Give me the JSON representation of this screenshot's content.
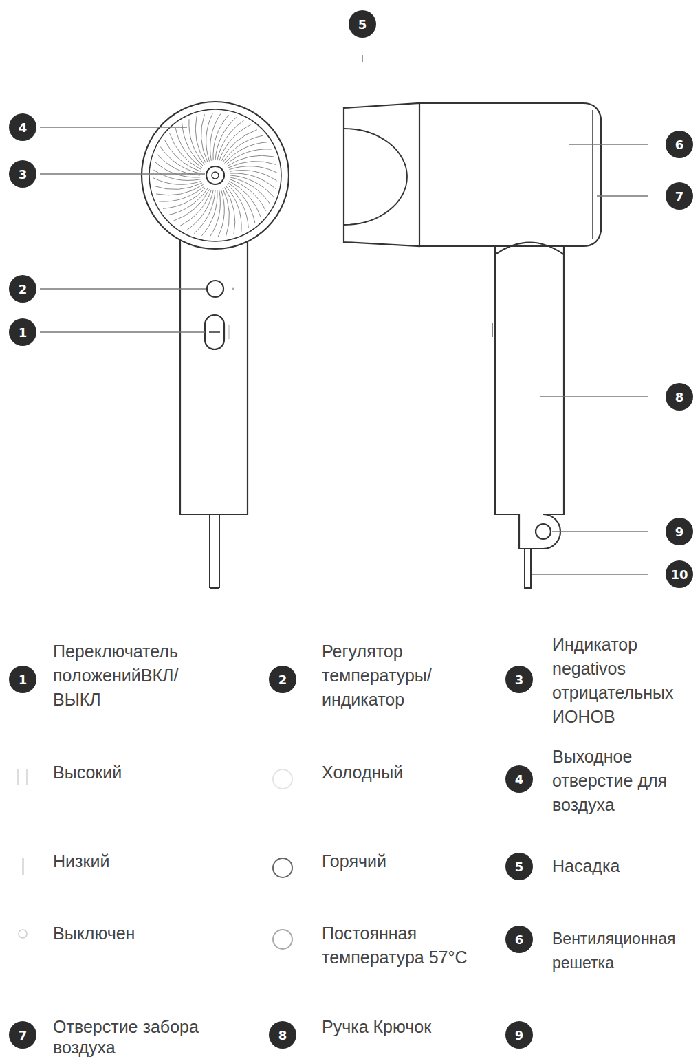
{
  "diagram": {
    "nodes": [
      {
        "text": [
          "5"
        ]
      },
      {
        "text": [
          "4"
        ]
      },
      {
        "text": [
          "6"
        ]
      },
      {
        "text": [
          "3"
        ]
      },
      {
        "text": [
          "7"
        ]
      },
      {
        "text": [
          "2"
        ]
      },
      {
        "text": [
          "1"
        ]
      },
      {
        "text": [
          "8"
        ]
      },
      {
        "text": [
          "9"
        ]
      },
      {
        "text": [
          "10"
        ]
      },
      {
        "text": [
          "1"
        ]
      },
      {
        "text": [
          "2"
        ]
      },
      {
        "text": [
          "3"
        ]
      },
      {
        "text": [
          "4"
        ]
      },
      {
        "text": [
          "5"
        ]
      },
      {
        "text": [
          "6"
        ]
      },
      {
        "text": [
          "7"
        ]
      },
      {
        "text": [
          "8"
        ]
      },
      {
        "text": [
          "9"
        ]
      }
    ],
    "labels": [
      "Переключатель положенийВКЛ/ ВЫКЛ",
      "Регулятор температуры/ индикатор",
      "Индикатор negativos отрицательных ИОНОВ",
      "Выходное отверстие для воздуха",
      "Насадка",
      "Вентиляционная решетка",
      "Отверстие забора воздуха",
      "Ручка Крючок"
    ],
    "legend": [
      {
        "text": "Высокий"
      },
      {
        "text": "Холодный"
      },
      {
        "text": "Низкий"
      },
      {
        "text": "Горячий"
      },
      {
        "text": "Выключен"
      },
      {
        "text": "Постоянная температура 57°C"
      }
    ]
  }
}
